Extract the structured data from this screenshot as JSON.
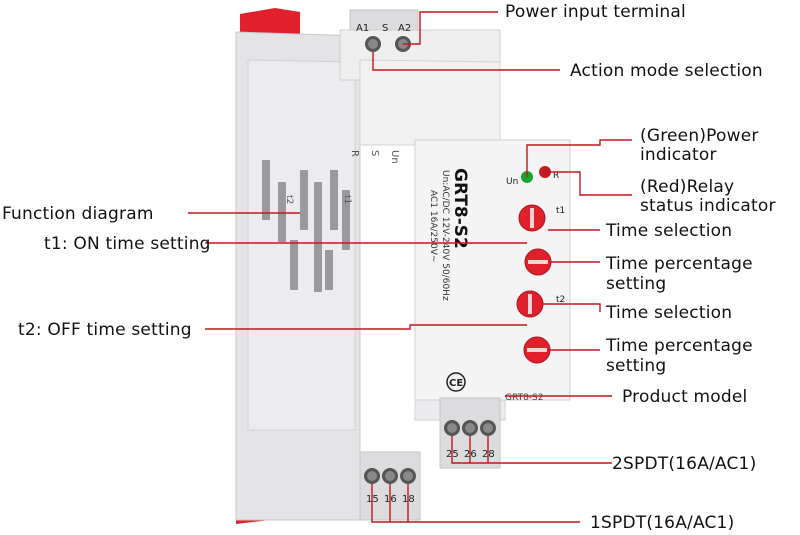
{
  "callouts": {
    "power_input_terminal": "Power input terminal",
    "action_mode_selection": "Action mode selection",
    "green_power_indicator_l1": "(Green)Power",
    "green_power_indicator_l2": "indicator",
    "red_relay_status_l1": "(Red)Relay",
    "red_relay_status_l2": "status indicator",
    "function_diagram": "Function diagram",
    "t1_on_time_setting": "t1: ON time setting",
    "time_selection_top": "Time selection",
    "time_percentage_top_l1": "Time percentage",
    "time_percentage_top_l2": "setting",
    "t2_off_time_setting": "t2: OFF time setting",
    "time_selection_bottom": "Time selection",
    "time_percentage_bottom_l1": "Time percentage",
    "time_percentage_bottom_l2": "setting",
    "product_model": "Product model",
    "spdt2": "2SPDT(16A/AC1)",
    "spdt1": "1SPDT(16A/AC1)"
  },
  "device": {
    "top_terminals": [
      "A1",
      "S",
      "A2"
    ],
    "bottom_terminals_right": [
      "25",
      "26",
      "28"
    ],
    "bottom_terminals_left": [
      "15",
      "16",
      "18"
    ],
    "model_name": "GRT8-S2",
    "model_label": "GRT8-S2",
    "rating_line1": "Un:AC/DC 12V-240V 50/60Hz",
    "rating_line2": "AC1 16A/250V~",
    "led_un_label": "Un",
    "led_r_label": "R",
    "dial_t1": "t1",
    "dial_t2": "t2",
    "ce_mark": "CE",
    "side_labels": [
      "Un",
      "S",
      "R",
      "t1",
      "t2"
    ]
  },
  "colors": {
    "accent_red": "#e0202a",
    "led_green": "#1aa52a",
    "body_gray": "#e9e9ea",
    "text": "#111111"
  }
}
